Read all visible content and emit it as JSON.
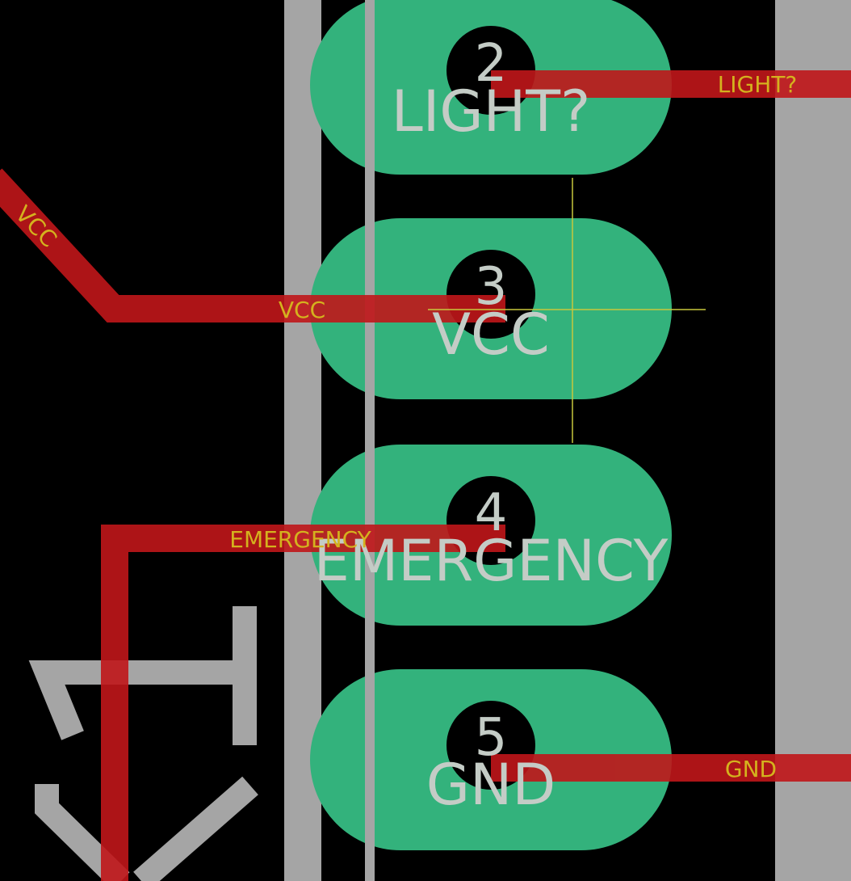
{
  "colors": {
    "background": "#000000",
    "pad": "#33b27c",
    "drill": "#000000",
    "trace": "#c0161a",
    "silkscreen": "#a5a5a5",
    "net_label": "#d4b21e",
    "pin_text": "#c4ccc6",
    "crosshair": "#c8c83c"
  },
  "pads": [
    {
      "number": "2",
      "name": "LIGHT?"
    },
    {
      "number": "3",
      "name": "VCC"
    },
    {
      "number": "4",
      "name": "EMERGENCY"
    },
    {
      "number": "5",
      "name": "GND"
    }
  ],
  "nets": {
    "light": "LIGHT?",
    "vcc_diagonal": "VCC",
    "vcc": "VCC",
    "emergency": "EMERGENCY",
    "gnd": "GND"
  }
}
